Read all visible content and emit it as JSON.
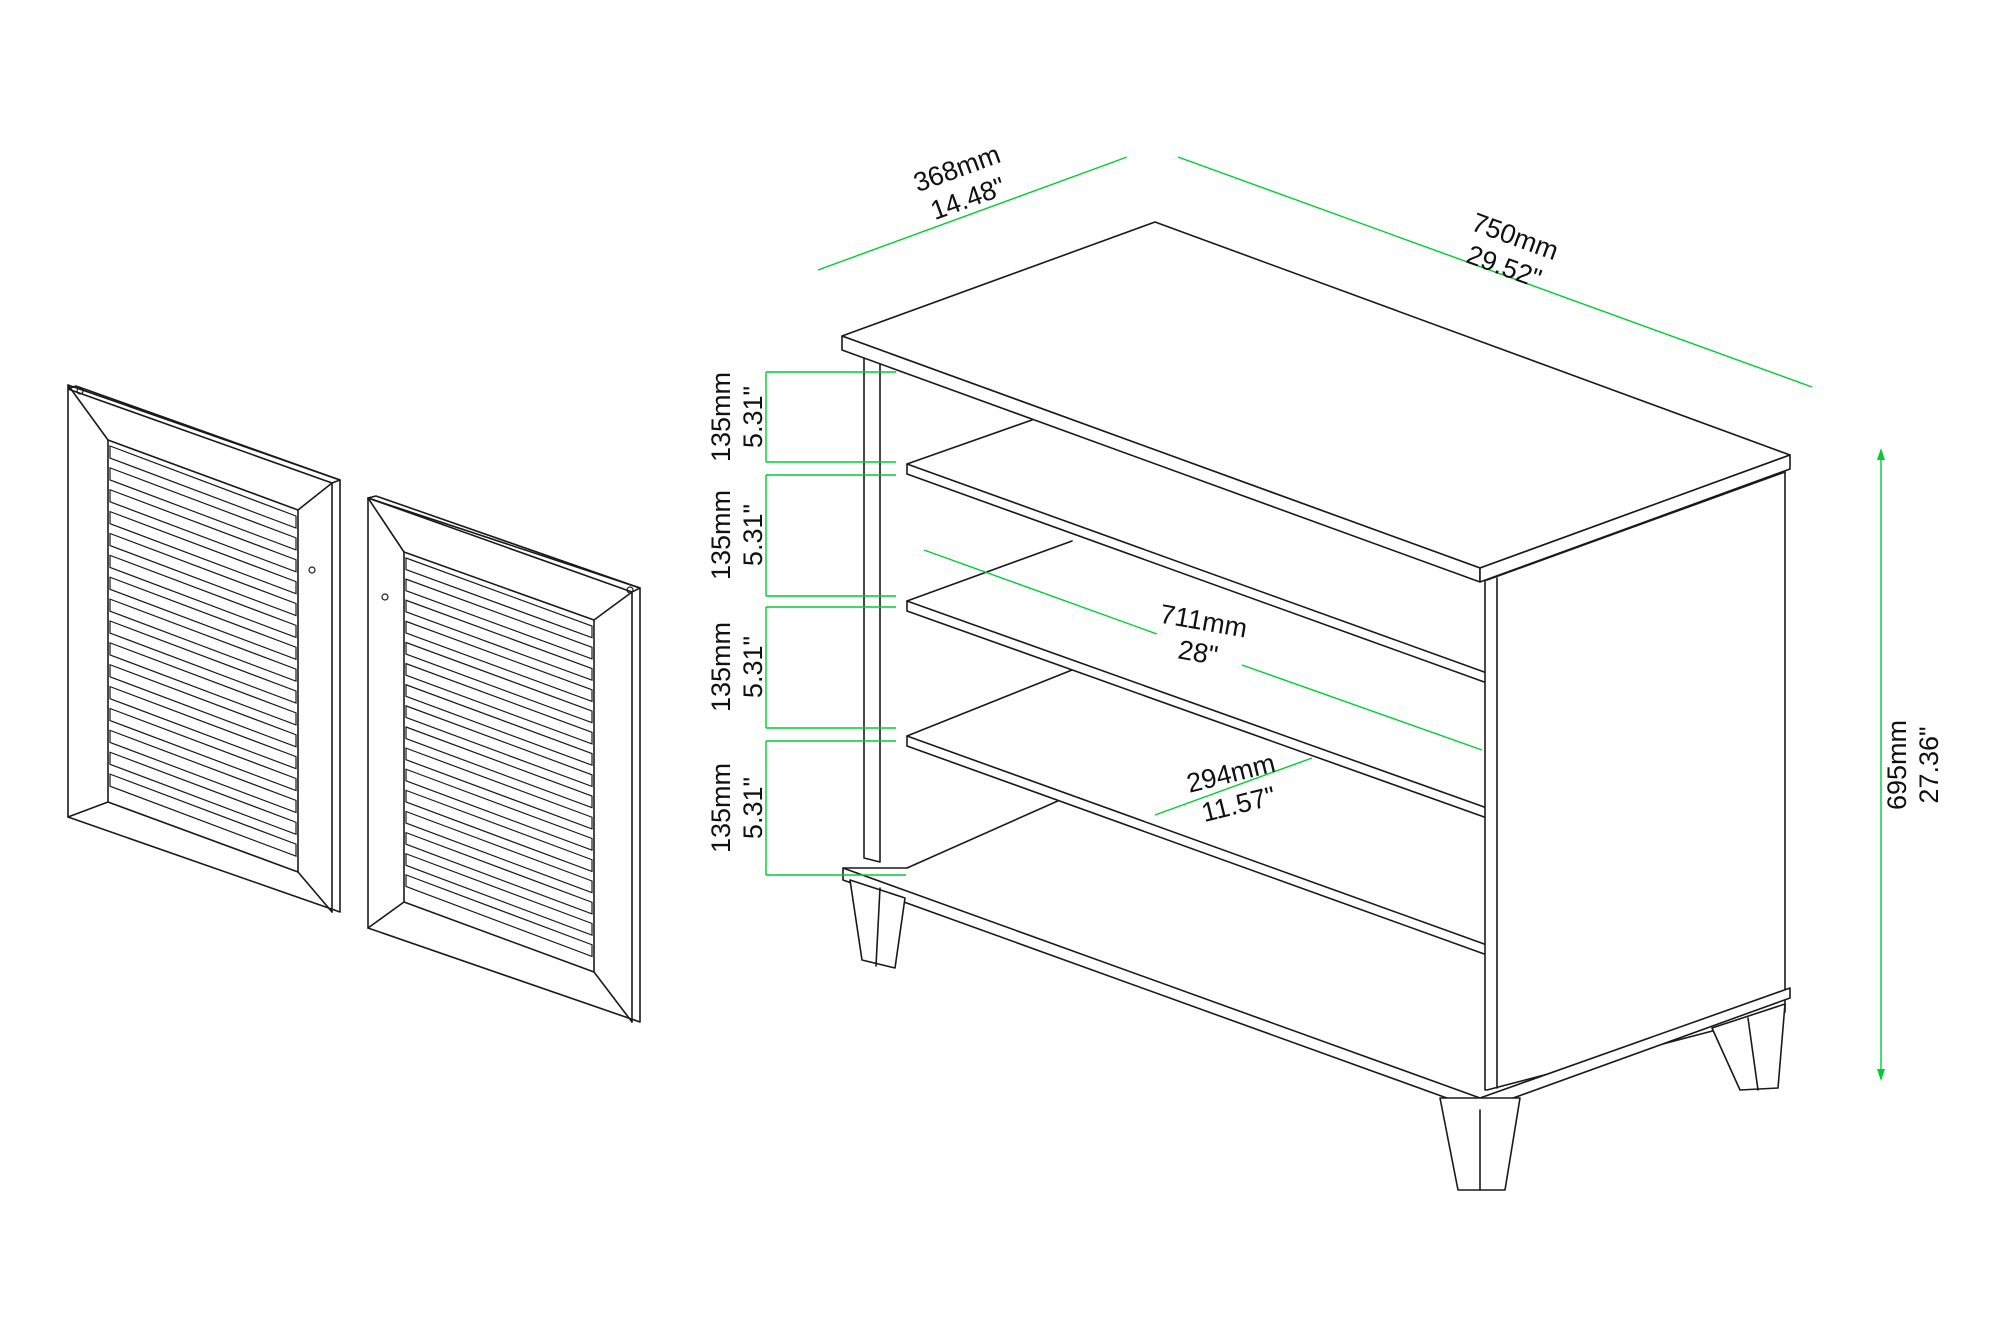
{
  "colors": {
    "dimension": "#00cc33",
    "outline": "#1a1a1a",
    "background": "#ffffff"
  },
  "dimensions": {
    "depth": {
      "mm": "368mm",
      "inch": "14.48\""
    },
    "width": {
      "mm": "750mm",
      "inch": "29.52\""
    },
    "height": {
      "mm": "695mm",
      "inch": "27.36\""
    },
    "inner_width": {
      "mm": "711mm",
      "inch": "28\""
    },
    "shelf_depth": {
      "mm": "294mm",
      "inch": "11.57\""
    },
    "shelf_gaps": [
      {
        "mm": "135mm",
        "inch": "5.31\""
      },
      {
        "mm": "135mm",
        "inch": "5.31\""
      },
      {
        "mm": "135mm",
        "inch": "5.31\""
      },
      {
        "mm": "135mm",
        "inch": "5.31\""
      }
    ]
  },
  "parts": {
    "louvered_doors": 2,
    "door_slats": 16,
    "shelves": 3
  }
}
